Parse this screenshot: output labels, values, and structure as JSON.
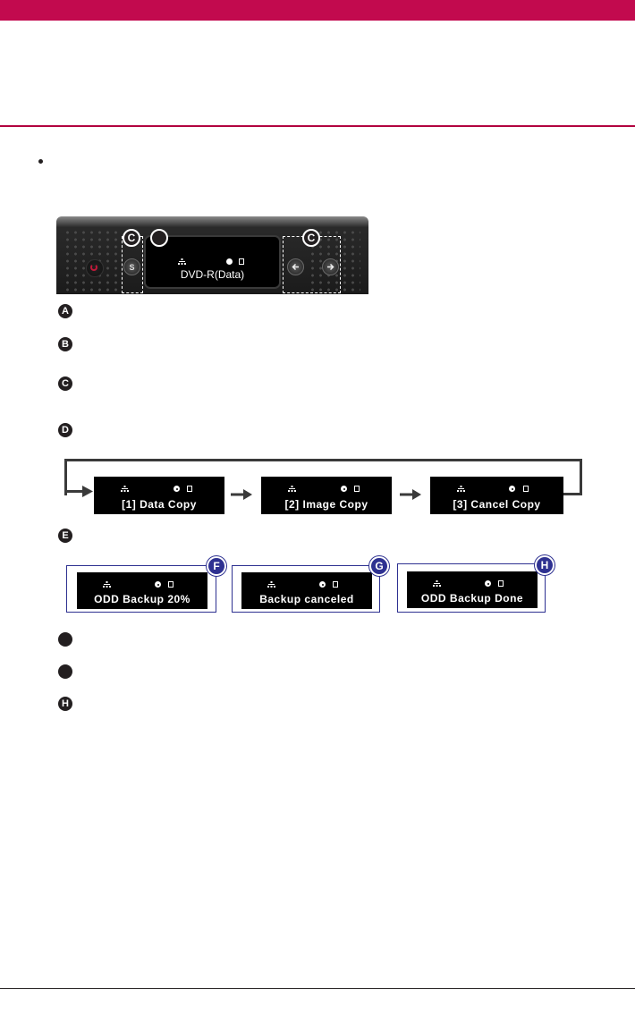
{
  "device": {
    "lcd_text": "DVD-R(Data)",
    "left_button": "S",
    "callouts": [
      "C",
      "",
      "C"
    ]
  },
  "legend_markers": [
    "A",
    "B",
    "C",
    "D",
    "E",
    "",
    "",
    "H"
  ],
  "copy_modes": [
    "[1] Data Copy",
    "[2] Image Copy",
    "[3] Cancel Copy"
  ],
  "status_screens": [
    {
      "marker": "F",
      "text": "ODD Backup 20%"
    },
    {
      "marker": "G",
      "text": "Backup canceled"
    },
    {
      "marker": "H",
      "text": "ODD Backup Done"
    }
  ],
  "colors": {
    "brand": "#c20a4e",
    "accent_blue": "#2e3191"
  }
}
